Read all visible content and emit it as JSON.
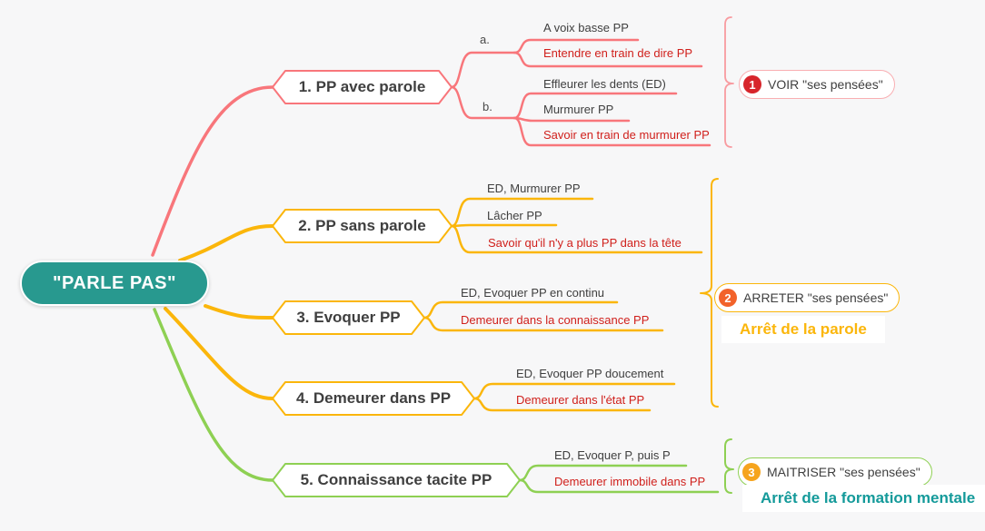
{
  "colors": {
    "background": "#f7f7f8",
    "root_fill": "#28998f",
    "red_branch": "#f8767b",
    "yellow_branch": "#fbb60b",
    "green_branch": "#8ed053",
    "emphasis_text": "#d0201c",
    "dark_text": "#3f3f3f",
    "badge1_circle": "#d7252b",
    "badge2_circle": "#f2622a",
    "badge3_circle": "#f6a41d",
    "caption2_color": "#fbb60b",
    "caption3_color": "#149a9a"
  },
  "root": {
    "label": "\"PARLE PAS\""
  },
  "branches": [
    {
      "label": "1. PP avec parole",
      "groups": [
        {
          "label": "a.",
          "items": [
            {
              "text": "A voix basse PP",
              "emphasis": false
            },
            {
              "text": "Entendre en train de dire PP",
              "emphasis": true
            }
          ]
        },
        {
          "label": "b.",
          "items": [
            {
              "text": "Effleurer les dents (ED)",
              "emphasis": false
            },
            {
              "text": "Murmurer PP",
              "emphasis": false
            },
            {
              "text": "Savoir en train de murmurer PP",
              "emphasis": true
            }
          ]
        }
      ]
    },
    {
      "label": "2. PP sans parole",
      "items": [
        {
          "text": "ED, Murmurer PP",
          "emphasis": false
        },
        {
          "text": "Lâcher PP",
          "emphasis": false
        },
        {
          "text": "Savoir qu'il n'y a plus PP dans la tête",
          "emphasis": true
        }
      ]
    },
    {
      "label": "3. Evoquer PP",
      "items": [
        {
          "text": "ED, Evoquer PP en continu",
          "emphasis": false
        },
        {
          "text": "Demeurer dans la connaissance PP",
          "emphasis": true
        }
      ]
    },
    {
      "label": "4. Demeurer dans PP",
      "items": [
        {
          "text": "ED, Evoquer PP doucement",
          "emphasis": false
        },
        {
          "text": "Demeurer dans l'état PP",
          "emphasis": true
        }
      ]
    },
    {
      "label": "5. Connaissance tacite PP",
      "items": [
        {
          "text": "ED, Evoquer P, puis P",
          "emphasis": false
        },
        {
          "text": "Demeurer immobile dans PP",
          "emphasis": true
        }
      ]
    }
  ],
  "badges": [
    {
      "number": "1",
      "label": "VOIR \"ses pensées\""
    },
    {
      "number": "2",
      "label": "ARRETER \"ses pensées\"",
      "caption": "Arrêt de la parole"
    },
    {
      "number": "3",
      "label": "MAITRISER \"ses pensées\"",
      "caption": "Arrêt de la formation mentale"
    }
  ]
}
